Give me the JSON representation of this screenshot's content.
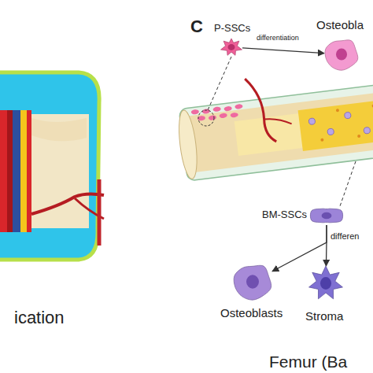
{
  "diagram": {
    "nodes": [
      {
        "text": [
          "P-SSCs"
        ]
      },
      {
        "text": [
          "Osteobla"
        ]
      },
      {
        "text": [
          "BM-SSCs"
        ]
      },
      {
        "text": [
          "Osteoblasts"
        ]
      },
      {
        "text": [
          "Stroma"
        ]
      }
    ],
    "edges": [
      {
        "from": 0,
        "to": 1,
        "label": "differentiation",
        "arrow": "to"
      },
      {
        "from": 2,
        "to": 3,
        "arrow": "to"
      },
      {
        "from": 2,
        "to": 4,
        "label": "differen",
        "arrow": "to"
      }
    ],
    "labels": [
      "C",
      "ication",
      "Femur (Ba"
    ]
  }
}
